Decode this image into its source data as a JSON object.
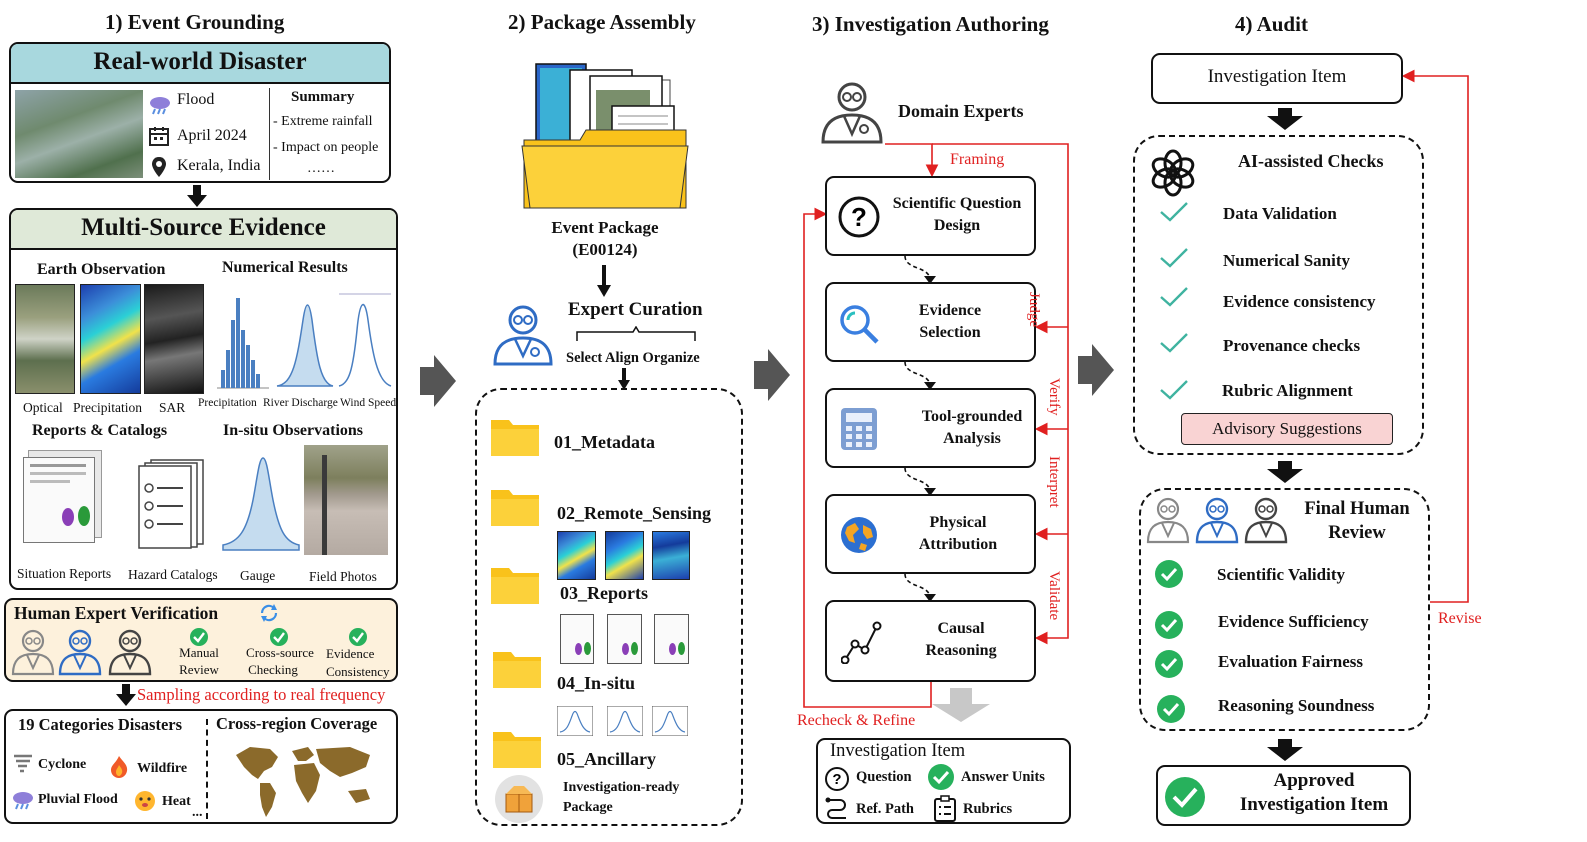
{
  "stage1": {
    "title": "1) Event Grounding",
    "disaster": {
      "header": "Real-world Disaster",
      "type": "Flood",
      "date": "April 2024",
      "location": "Kerala, India",
      "summary_title": "Summary",
      "summary_lines": [
        "- Extreme rainfall",
        "- Impact on people",
        "……"
      ]
    },
    "evidence": {
      "header": "Multi-Source Evidence",
      "earth_obs": "Earth Observation",
      "numerical": "Numerical Results",
      "reports": "Reports & Catalogs",
      "insitu": "In-situ Observations",
      "eo_captions": [
        "Optical",
        "Precipitation",
        "SAR"
      ],
      "num_captions": [
        "Precipitation",
        "River Discharge",
        "Wind Speed"
      ],
      "report_captions": [
        "Situation Reports",
        "Hazard Catalogs"
      ],
      "insitu_captions": [
        "Gauge",
        "Field Photos"
      ]
    },
    "verification": {
      "title": "Human Expert Verification",
      "checks": [
        {
          "l1": "Manual",
          "l2": "Review"
        },
        {
          "l1": "Cross-source",
          "l2": "Checking"
        },
        {
          "l1": "Evidence",
          "l2": "Consistency"
        }
      ]
    },
    "sampling": "Sampling according to real frequency",
    "categories": {
      "title": "19 Categories Disasters",
      "items": [
        "Cyclone",
        "Wildfire",
        "Pluvial Flood",
        "Heat"
      ],
      "more": "...",
      "coverage": "Cross-region Coverage"
    }
  },
  "stage2": {
    "title": "2) Package Assembly",
    "package_l1": "Event Package",
    "package_l2": "(E00124)",
    "curation": "Expert Curation",
    "curation_sub": "Select Align Organize",
    "folders": [
      "01_Metadata",
      "02_Remote_Sensing",
      "03_Reports",
      "04_In-situ",
      "05_Ancillary"
    ],
    "ready_l1": "Investigation-ready",
    "ready_l2": "Package"
  },
  "stage3": {
    "title": "3) Investigation Authoring",
    "experts": "Domain Experts",
    "framing": "Framing",
    "steps": [
      {
        "l1": "Scientific Question",
        "l2": "Design"
      },
      {
        "l1": "Evidence",
        "l2": "Selection"
      },
      {
        "l1": "Tool-grounded",
        "l2": "Analysis"
      },
      {
        "l1": "Physical",
        "l2": "Attribution"
      },
      {
        "l1": "Causal",
        "l2": "Reasoning"
      }
    ],
    "side_labels": [
      "Judge",
      "Verify",
      "Interpret",
      "Validate"
    ],
    "recheck": "Recheck & Refine",
    "item": {
      "title": "Investigation Item",
      "parts": [
        "Question",
        "Answer Units",
        "Ref. Path",
        "Rubrics"
      ]
    }
  },
  "stage4": {
    "title": "4) Audit",
    "item": "Investigation Item",
    "ai_title": "AI-assisted Checks",
    "ai_checks": [
      "Data Validation",
      "Numerical Sanity",
      "Evidence consistency",
      "Provenance checks",
      "Rubric Alignment"
    ],
    "advisory": "Advisory Suggestions",
    "human_l1": "Final Human",
    "human_l2": "Review",
    "human_checks": [
      "Scientific Validity",
      "Evidence Sufficiency",
      "Evaluation Fairness",
      "Reasoning Soundness"
    ],
    "revise": "Revise",
    "approved_l1": "Approved",
    "approved_l2": "Investigation Item"
  },
  "colors": {
    "red": "#e02020",
    "teal_header": "#a8d8de",
    "green_header": "#dfe9d8",
    "verify_bg": "#fdf1dc",
    "advisory_bg": "#f9d3d3",
    "folder": "#f9c21b",
    "check_green": "#27b15c",
    "expert_blue": "#2f6cc4"
  }
}
